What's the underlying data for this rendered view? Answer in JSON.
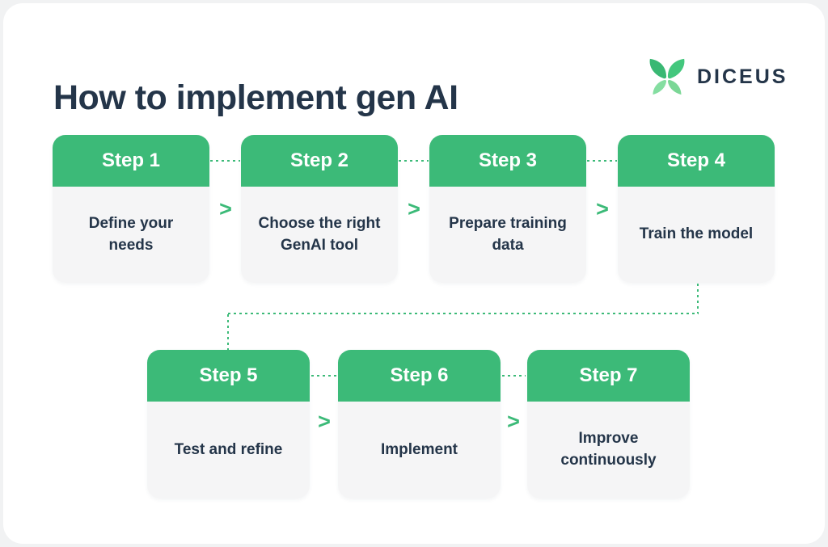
{
  "header": {
    "title": "How to implement gen AI",
    "logo_text": "DICEUS"
  },
  "colors": {
    "accent_green": "#3cba78",
    "logo_green_dark": "#39b873",
    "logo_green_bright": "#43c77d",
    "logo_green_light": "#85dea1",
    "navy_text": "#243549",
    "card_body_bg": "#f5f5f6",
    "card_header_text": "#ffffff",
    "page_bg": "#ffffff"
  },
  "icons": {
    "chevron_right": ">",
    "logo_mark": "diceus-butterfly-icon"
  },
  "steps": [
    {
      "label": "Step 1",
      "description": "Define your needs"
    },
    {
      "label": "Step 2",
      "description": "Choose the right GenAI tool"
    },
    {
      "label": "Step 3",
      "description": "Prepare training data"
    },
    {
      "label": "Step 4",
      "description": "Train the model"
    },
    {
      "label": "Step 5",
      "description": "Test and refine"
    },
    {
      "label": "Step 6",
      "description": "Implement"
    },
    {
      "label": "Step 7",
      "description": "Improve continuously"
    }
  ]
}
